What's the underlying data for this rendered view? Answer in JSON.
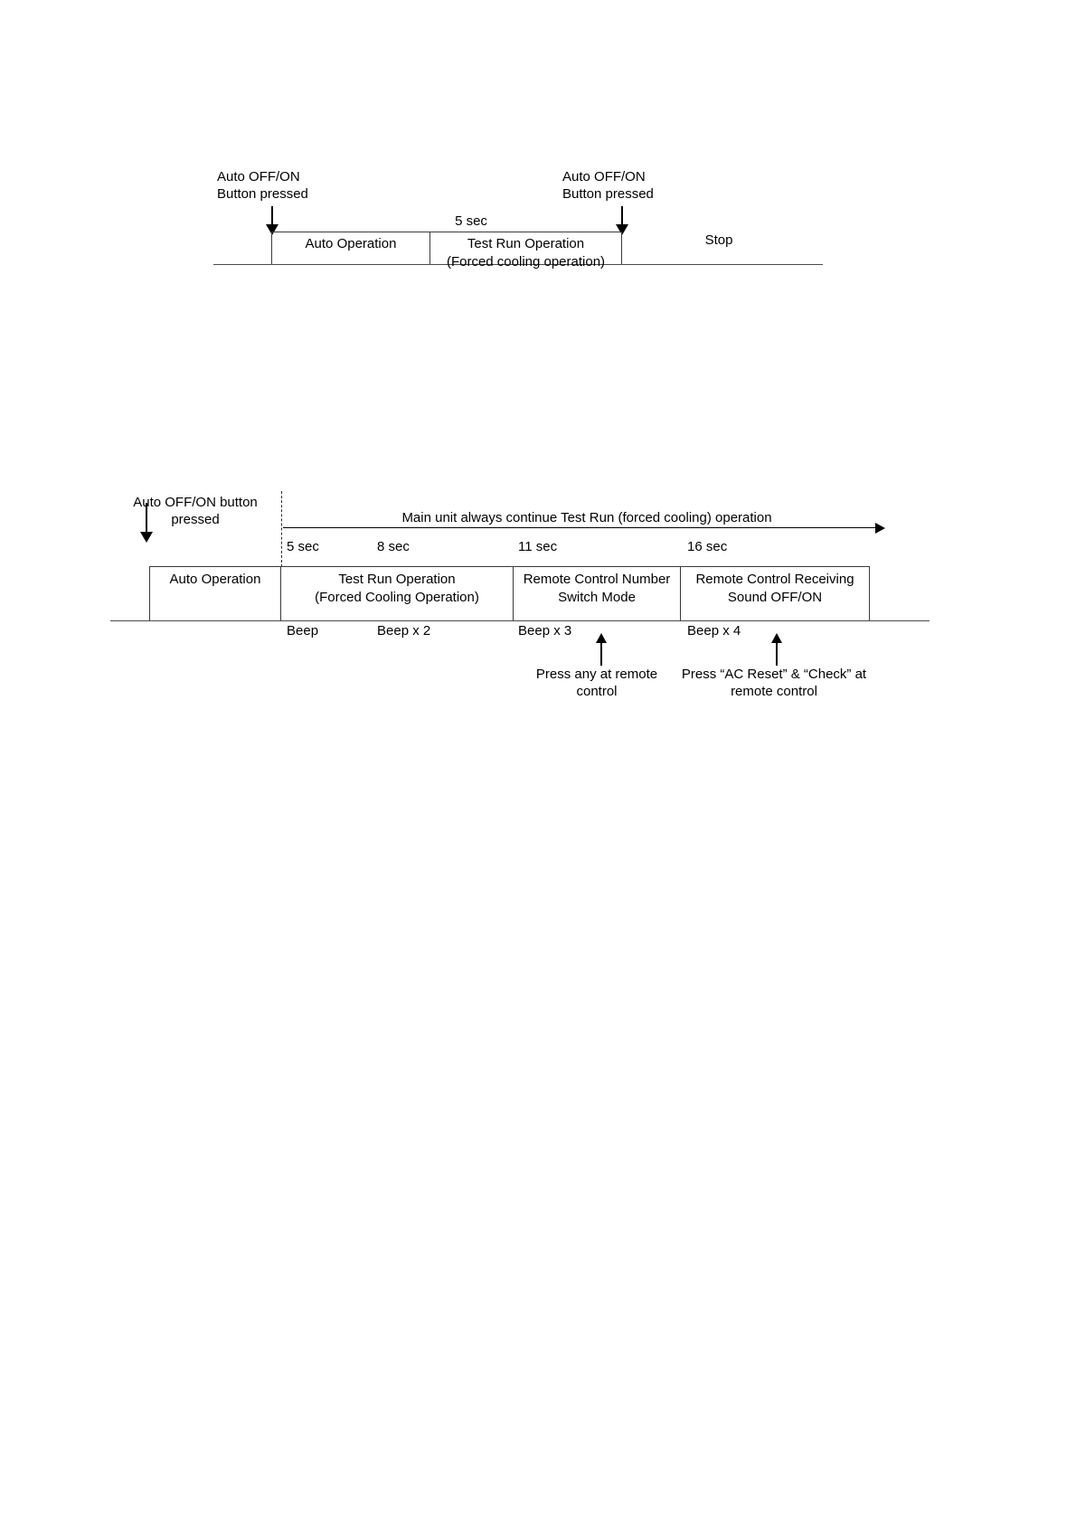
{
  "diagram1": {
    "title_semantic": "auto-off-on-two-press-timeline",
    "left_annotation": "Auto OFF/ON\nButton pressed",
    "right_annotation": "Auto OFF/ON\nButton pressed",
    "duration_label": "5 sec",
    "segments": [
      {
        "label": "Auto Operation"
      },
      {
        "label": "Test Run Operation\n(Forced cooling operation)"
      }
    ],
    "after_label": "Stop"
  },
  "diagram2": {
    "title_semantic": "auto-off-on-hold-timeline",
    "left_annotation": "Auto OFF/ON button\npressed",
    "continue_label": "Main unit always continue Test Run (forced cooling) operation",
    "time_marks": [
      "5 sec",
      "8 sec",
      "11 sec",
      "16 sec"
    ],
    "segments": [
      {
        "label": "Auto Operation"
      },
      {
        "label": "Test Run Operation\n(Forced Cooling Operation)"
      },
      {
        "label": "Remote Control Number\nSwitch Mode"
      },
      {
        "label": "Remote Control Receiving\nSound OFF/ON"
      }
    ],
    "beeps": [
      "Beep",
      "Beep x 2",
      "Beep x 3",
      "Beep x 4"
    ],
    "callouts": [
      {
        "text": "Press any at remote\ncontrol"
      },
      {
        "text": "Press “AC Reset” & “Check” at\nremote control"
      }
    ]
  },
  "colors": {
    "ink": "#000000",
    "rule": "#3a3a3a",
    "paper": "#ffffff"
  }
}
